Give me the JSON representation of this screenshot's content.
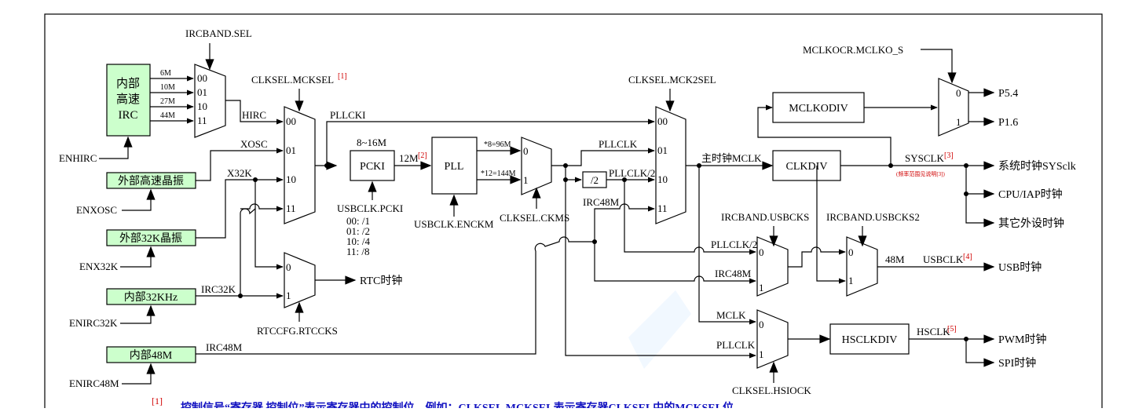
{
  "diagram": {
    "irc_block": {
      "l1": "内部",
      "l2": "高速",
      "l3": "IRC"
    },
    "enhirc": "ENHIRC",
    "ircband_sel": "IRCBAND.SEL",
    "irc_freqs": [
      "6M",
      "10M",
      "27M",
      "44M"
    ],
    "mux_codes": [
      "00",
      "01",
      "10",
      "11"
    ],
    "hirc": "HIRC",
    "xosc_block": "外部高速晶振",
    "enxosc": "ENXOSC",
    "xosc": "XOSC",
    "x32k_block": "外部32K晶振",
    "enx32k": "ENX32K",
    "x32k": "X32K",
    "irc32k_block": "内部32KHz",
    "enirc32k": "ENIRC32K",
    "irc32k": "IRC32K",
    "irc48m_block": "内部48M",
    "enirc48m": "ENIRC48M",
    "irc48m": "IRC48M",
    "clksel_mcksel": "CLKSEL.MCKSEL",
    "ref1": "[1]",
    "pllcki": "PLLCKI",
    "range": "8~16M",
    "pcki": "PCKI",
    "m12": "12M",
    "ref2": "[2]",
    "usbclk_pcki": "USBCLK.PCKI",
    "pcki_divs": [
      "00: /1",
      "01: /2",
      "10: /4",
      "11: /8"
    ],
    "pll": "PLL",
    "usbclk_enckm": "USBCLK.ENCKM",
    "pll_out1": "*8=96M",
    "pll_out2": "*12=144M",
    "clksel_ckms": "CLKSEL.CKMS",
    "rtc_mux0": "0",
    "rtc_mux1": "1",
    "rtc_clk": "RTC时钟",
    "rtccfg": "RTCCFG.RTCCKS",
    "clksel_mck2sel": "CLKSEL.MCK2SEL",
    "pllclk": "PLLCLK",
    "pllclk2": "PLLCLK/2",
    "div2": "/2",
    "main_mclk": "主时钟MCLK",
    "clkdiv": "CLKDIV",
    "mclkodiv": "MCLKODIV",
    "mclkocr": "MCLKOCR.MCLKO_S",
    "p54": "P5.4",
    "p16": "P1.6",
    "sysclk": "SYSCLK",
    "ref3": "[3]",
    "sysclk_note": "(频率范围见说明[3])",
    "sys_out": "系统时钟SYSclk",
    "cpu_out": "CPU/IAP时钟",
    "other_out": "其它外设时钟",
    "ircband_usbcks": "IRCBAND.USBCKS",
    "ircband_usbcks2": "IRCBAND.USBCKS2",
    "m48": "48M",
    "usbclk": "USBCLK",
    "ref4": "[4]",
    "usb_out": "USB时钟",
    "mclk": "MCLK",
    "hsclkdiv": "HSCLKDIV",
    "hsclk": "HSCLK",
    "ref5": "[5]",
    "pwm_out": "PWM时钟",
    "spi_out": "SPI时钟",
    "clksel_hsiock": "CLKSEL.HSIOCK",
    "footnote": "控制信号“寄存器.控制位”表示寄存器中的控制位，例如：CLKSEL.MCKSEL表示寄存器CLKSEL中的MCKSEL位"
  }
}
